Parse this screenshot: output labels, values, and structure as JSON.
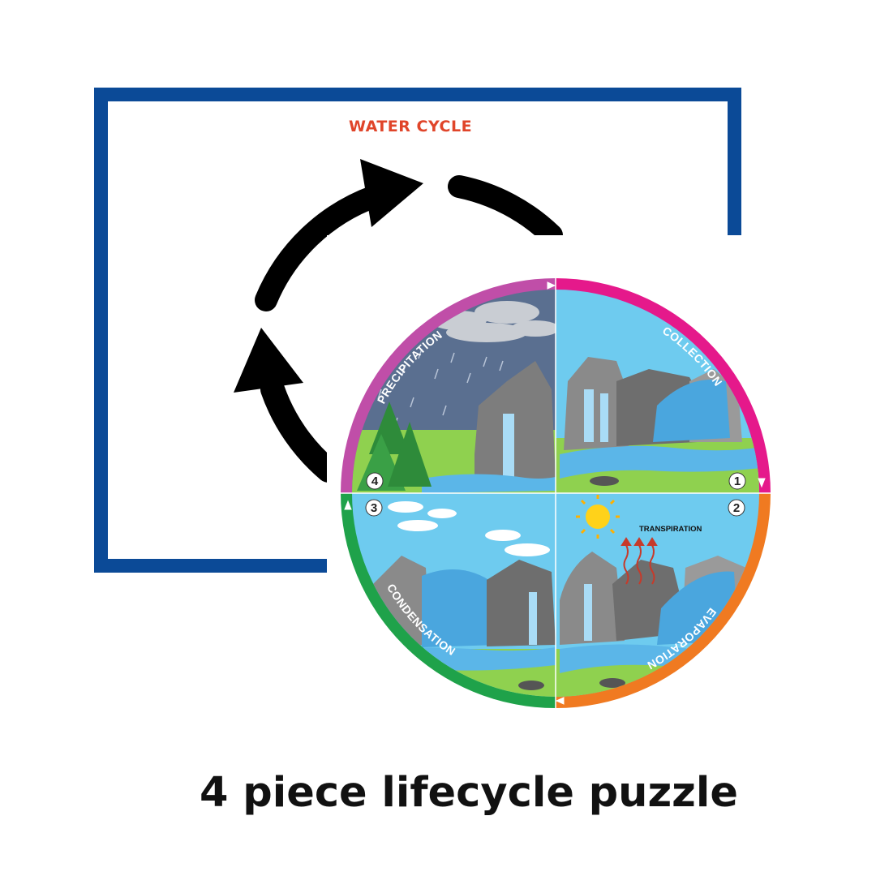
{
  "board": {
    "title": "WATER CYCLE"
  },
  "puzzle": {
    "stages": [
      {
        "number": "1",
        "label": "COLLECTION",
        "color": "#e5198b"
      },
      {
        "number": "2",
        "label": "EVAPORATION",
        "color": "#f07a21"
      },
      {
        "number": "3",
        "label": "CONDENSATION",
        "color": "#1fa24a"
      },
      {
        "number": "4",
        "label": "PRECIPITATION",
        "color": "#c04ea8"
      }
    ],
    "transpiration": "TRANSPIRATION"
  },
  "caption": "4 piece lifecycle puzzle",
  "colors": {
    "board_border": "#0b4a97",
    "title": "#e0452a",
    "sky": "#6ecbef",
    "storm_sky": "#5a6f90",
    "grass": "#8fd14f",
    "water": "#5bb6e8"
  }
}
